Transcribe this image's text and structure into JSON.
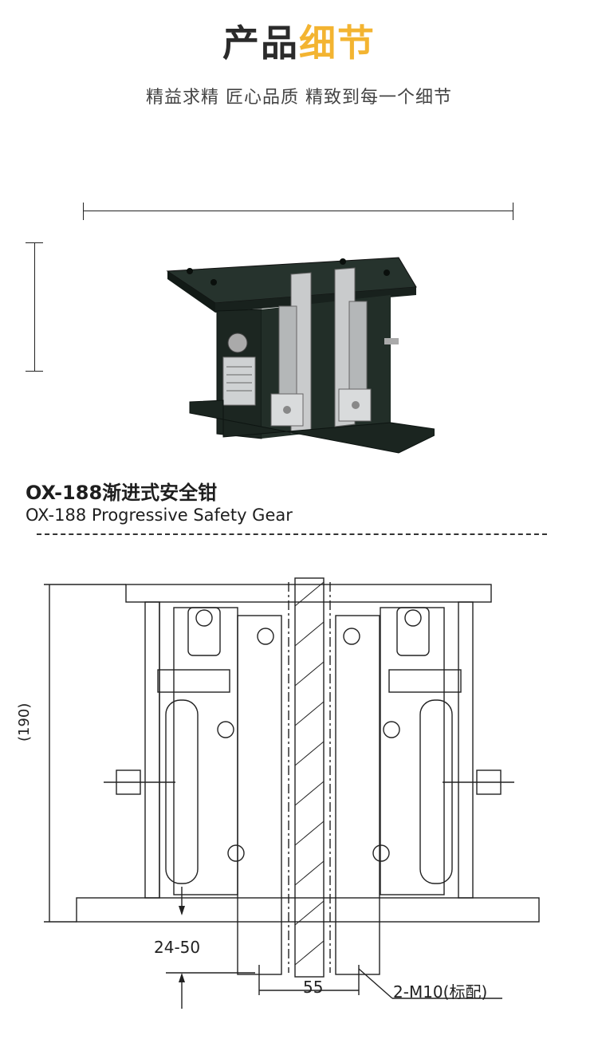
{
  "header": {
    "title_dark": "产品",
    "title_accent": "细节",
    "subtitle": "精益求精  匠心品质  精致到每一个细节"
  },
  "product": {
    "model_cn": "OX-188渐进式安全钳",
    "model_en": "OX-188 Progressive Safety Gear"
  },
  "drawing": {
    "dim_height": "(190)",
    "dim_gap": "24-50",
    "dim_width": "55",
    "dim_bolt": "2-M10(标配)"
  },
  "colors": {
    "accent": "#f3b431",
    "body_green": "#1f2a25",
    "steel": "#c9cbcc"
  }
}
